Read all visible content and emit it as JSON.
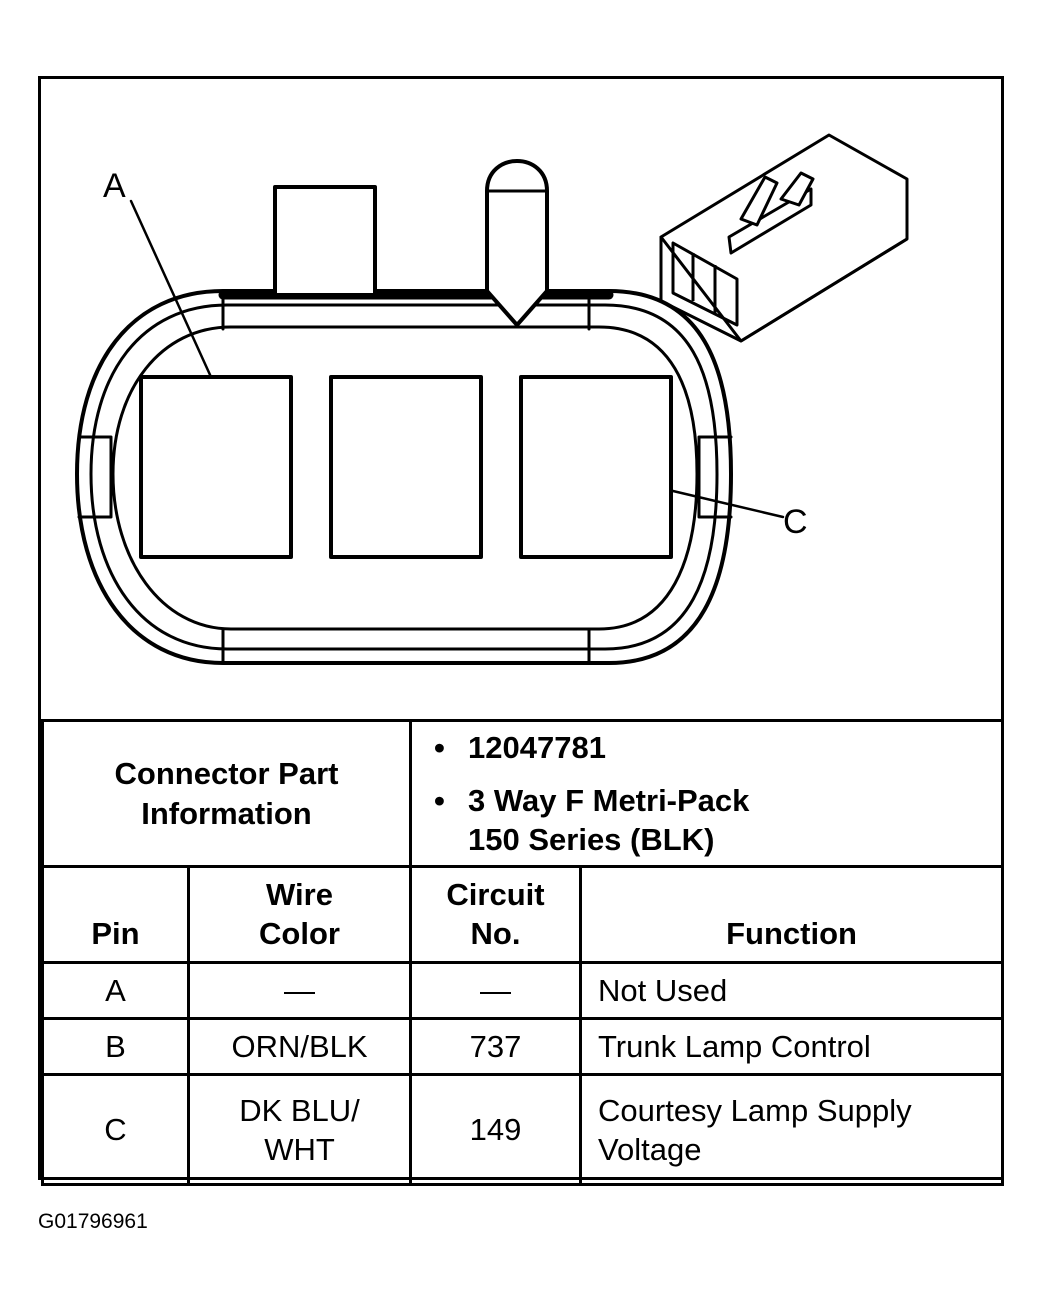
{
  "diagram": {
    "callout_a": "A",
    "callout_c": "C"
  },
  "connector_info": {
    "label_line1": "Connector Part",
    "label_line2": "Information",
    "part_number": "12047781",
    "description_line1": "3 Way F Metri-Pack",
    "description_line2": "150 Series (BLK)",
    "bullet": "•"
  },
  "table": {
    "headers": {
      "pin": "Pin",
      "wire_color_line1": "Wire",
      "wire_color_line2": "Color",
      "circuit_line1": "Circuit",
      "circuit_line2": "No.",
      "function": "Function"
    },
    "rows": [
      {
        "pin": "A",
        "wire_line1": "—",
        "wire_line2": "",
        "circuit": "—",
        "function_line1": "Not Used",
        "function_line2": ""
      },
      {
        "pin": "B",
        "wire_line1": "ORN/BLK",
        "wire_line2": "",
        "circuit": "737",
        "function_line1": "Trunk Lamp Control",
        "function_line2": ""
      },
      {
        "pin": "C",
        "wire_line1": "DK BLU/",
        "wire_line2": "WHT",
        "circuit": "149",
        "function_line1": "Courtesy Lamp Supply",
        "function_line2": "Voltage"
      }
    ]
  },
  "figure_id": "G01796961"
}
